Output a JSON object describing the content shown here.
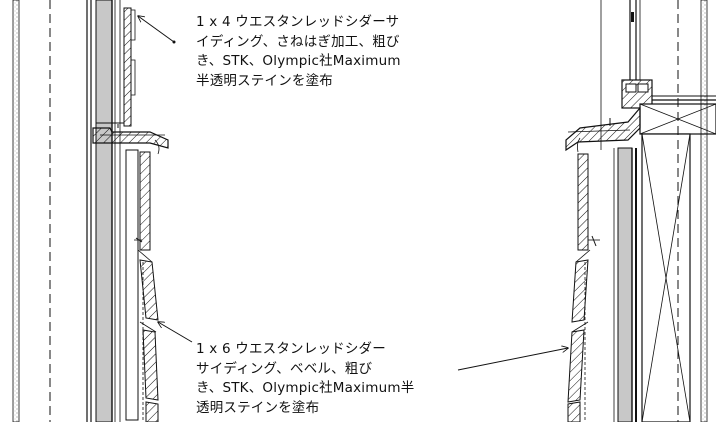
{
  "annotations": {
    "top": {
      "lines": [
        "1 x 4 ウエスタンレッドシダーサ",
        "イディング、さねはぎ加工、粗び",
        "き、STK、Olympic社Maximum",
        "半透明ステインを塗布"
      ]
    },
    "bottom": {
      "lines": [
        "1 x 6 ウエスタンレッドシダー",
        "サイディング、ベベル、粗び",
        "き、STK、Olympic社Maximum半",
        "透明ステインを塗布"
      ]
    }
  },
  "colors": {
    "ink": "#111111",
    "panel_gray": "#c8c8c8",
    "background": "#ffffff"
  }
}
